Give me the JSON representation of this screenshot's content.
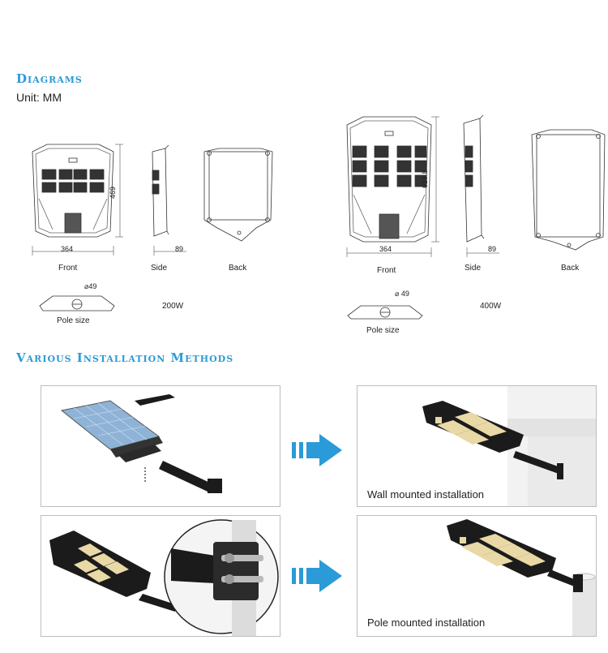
{
  "sections": {
    "diagrams_title": "Diagrams",
    "unit": "Unit: MM",
    "install_title": "Various Installation Methods"
  },
  "w200": {
    "width_dim": "364",
    "height_dim": "469",
    "depth_dim": "89",
    "front": "Front",
    "side": "Side",
    "back": "Back",
    "pole_dim": "⌀49",
    "pole": "Pole size",
    "power": "200W"
  },
  "w400": {
    "width_dim": "364",
    "height_dim": "618.8",
    "depth_dim": "89",
    "front": "Front",
    "side": "Side",
    "back": "Back",
    "pole_dim": "⌀ 49",
    "pole": "Pole size",
    "power": "400W"
  },
  "install": {
    "wall_caption": "Wall mounted installation",
    "pole_caption": "Pole mounted installation"
  },
  "colors": {
    "heading": "#2a9bd8",
    "arrow": "#2a9bd8",
    "lamp_body": "#1b1b1b",
    "led": "#e9d9a6"
  }
}
